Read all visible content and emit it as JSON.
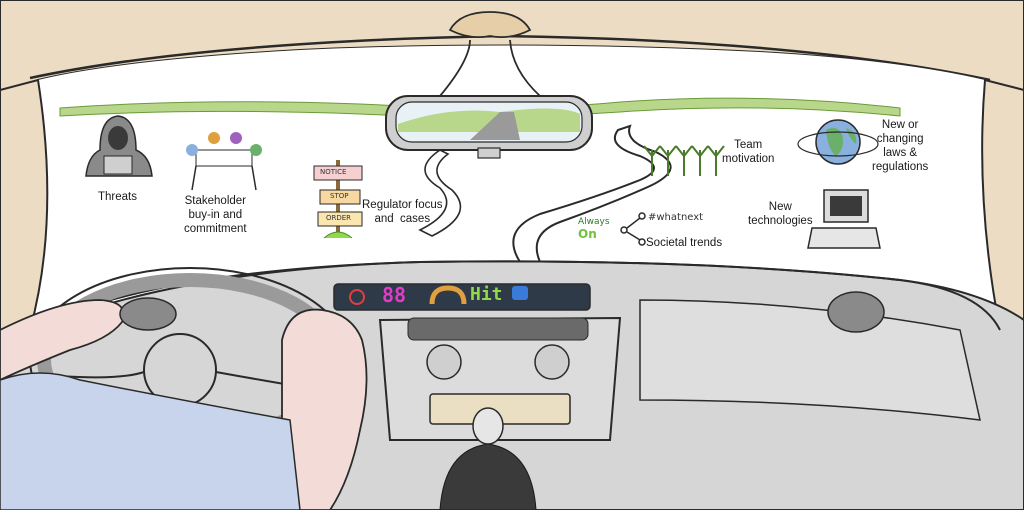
{
  "labels": {
    "threats": "Threats",
    "stakeholder": [
      "Stakeholder",
      "buy-in and",
      "commitment"
    ],
    "regulator": [
      "Regulator focus",
      "and  cases"
    ],
    "team": [
      "Team",
      "motivation"
    ],
    "laws": [
      "New or",
      "changing",
      "laws &",
      "regulations"
    ],
    "technologies": [
      "New",
      "technologies"
    ],
    "societal": "Societal trends"
  },
  "signs": [
    "NOTICE",
    "STOP",
    "ORDER"
  ],
  "always_on": [
    "Always",
    "On"
  ],
  "hashtag": "#whatnext",
  "dashboard": {
    "speed": "88",
    "hit": "Hit"
  },
  "colors": {
    "road": "#8a8a8a",
    "grass": "#b8d78a",
    "windshield_frame": "#ecdcc4",
    "dashboard": "#d6d6d6",
    "display_magenta": "#e03cc8",
    "display_green": "#8fd94a"
  }
}
